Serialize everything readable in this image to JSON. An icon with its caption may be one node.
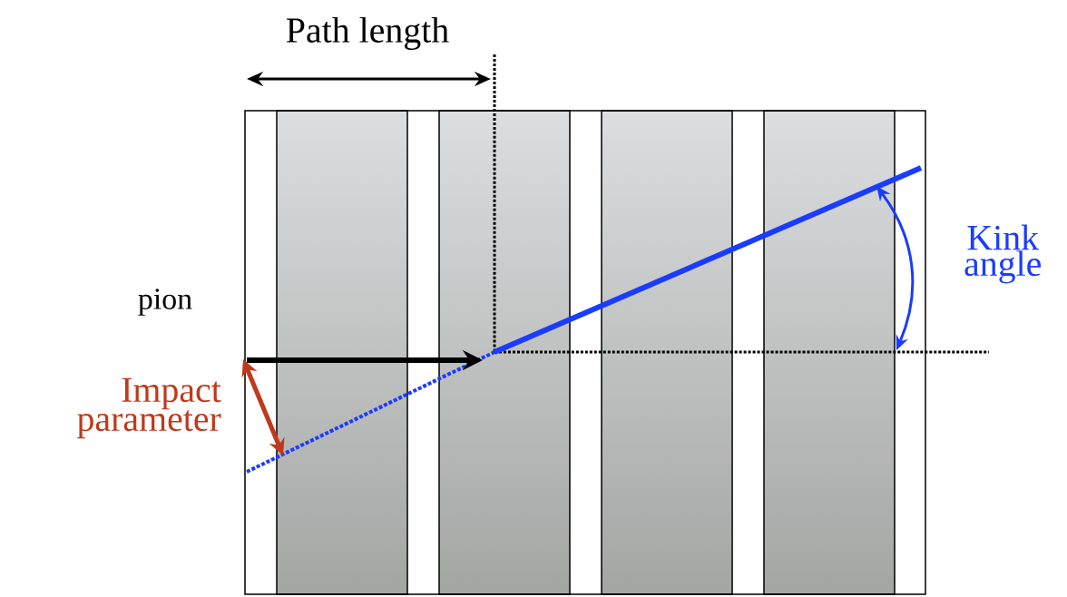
{
  "diagram": {
    "labels": [
      "Path length",
      "pion",
      "Impact parameter",
      "Kink angle"
    ]
  }
}
